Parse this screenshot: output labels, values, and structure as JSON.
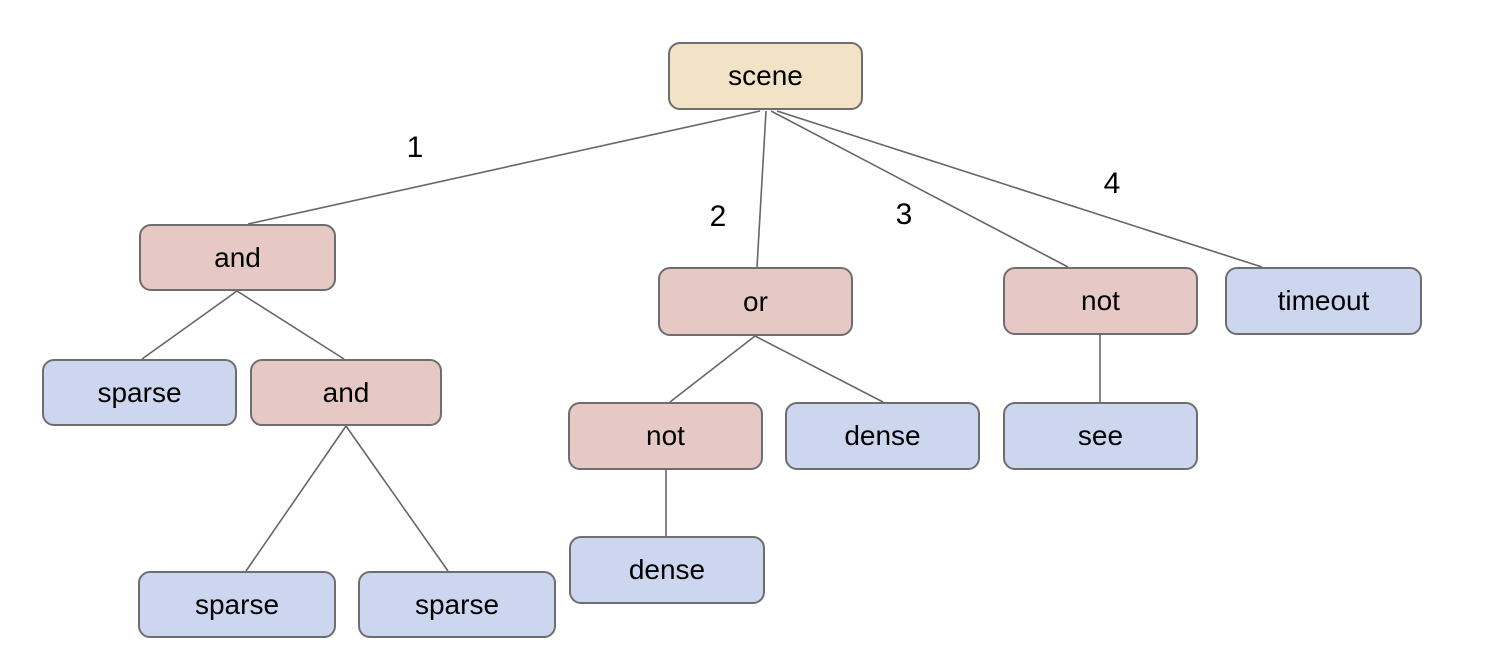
{
  "diagram_type": "tree",
  "tree": {
    "label": "scene",
    "type": "root",
    "children": [
      {
        "edge_label": "1",
        "label": "and",
        "type": "operator",
        "children": [
          {
            "label": "sparse",
            "type": "leaf",
            "children": []
          },
          {
            "label": "and",
            "type": "operator",
            "children": [
              {
                "label": "sparse",
                "type": "leaf",
                "children": []
              },
              {
                "label": "sparse",
                "type": "leaf",
                "children": []
              }
            ]
          }
        ]
      },
      {
        "edge_label": "2",
        "label": "or",
        "type": "operator",
        "children": [
          {
            "label": "not",
            "type": "operator",
            "children": [
              {
                "label": "dense",
                "type": "leaf",
                "children": []
              }
            ]
          },
          {
            "label": "dense",
            "type": "leaf",
            "children": []
          }
        ]
      },
      {
        "edge_label": "3",
        "label": "not",
        "type": "operator",
        "children": [
          {
            "label": "see",
            "type": "leaf",
            "children": []
          }
        ]
      },
      {
        "edge_label": "4",
        "label": "timeout",
        "type": "leaf",
        "children": []
      }
    ]
  },
  "colors": {
    "background": "#ffffff",
    "root_fill": "#f2e3c6",
    "operator_fill": "#e6c9c5",
    "leaf_fill": "#ccd7ef",
    "node_border": "#6e6e6e",
    "edge_line": "#666666",
    "text": "#000000"
  }
}
